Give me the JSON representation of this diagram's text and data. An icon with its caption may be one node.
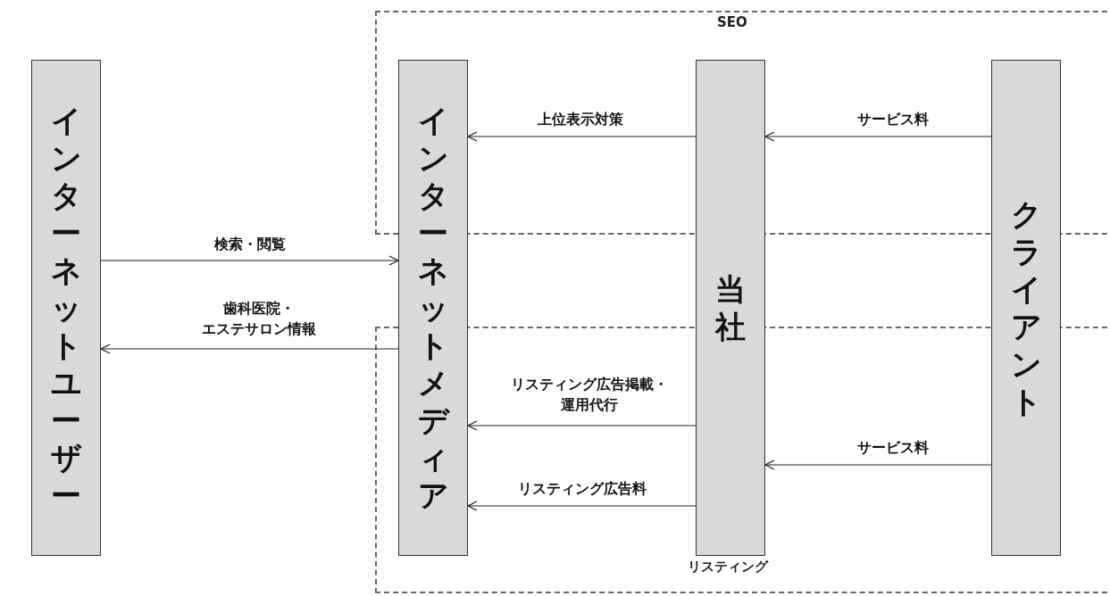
{
  "diagram": {
    "nodes": [
      {
        "text": [
          "インターネットユーザー"
        ]
      },
      {
        "text": [
          "インターネットメディア"
        ]
      },
      {
        "text": [
          "当社"
        ]
      },
      {
        "text": [
          "クライアント"
        ]
      }
    ],
    "edges": [
      {
        "from": 2,
        "to": 1,
        "arrow": "to",
        "label": "上位表示対策"
      },
      {
        "from": 3,
        "to": 2,
        "arrow": "to",
        "label": "サービス料"
      },
      {
        "from": 0,
        "to": 1,
        "arrow": "to",
        "label": "検索・閲覧"
      },
      {
        "from": 1,
        "to": 0,
        "arrow": "to",
        "label": "歯科医院・エステサロン情報"
      },
      {
        "from": 2,
        "to": 1,
        "arrow": "to",
        "label": "リスティング広告掲載・運用代行"
      },
      {
        "from": 3,
        "to": 2,
        "arrow": "to",
        "label": "サービス料"
      },
      {
        "from": 2,
        "to": 1,
        "arrow": "to",
        "label": "リスティング広告料"
      }
    ],
    "labels": [
      "SEO",
      "リスティング"
    ]
  }
}
